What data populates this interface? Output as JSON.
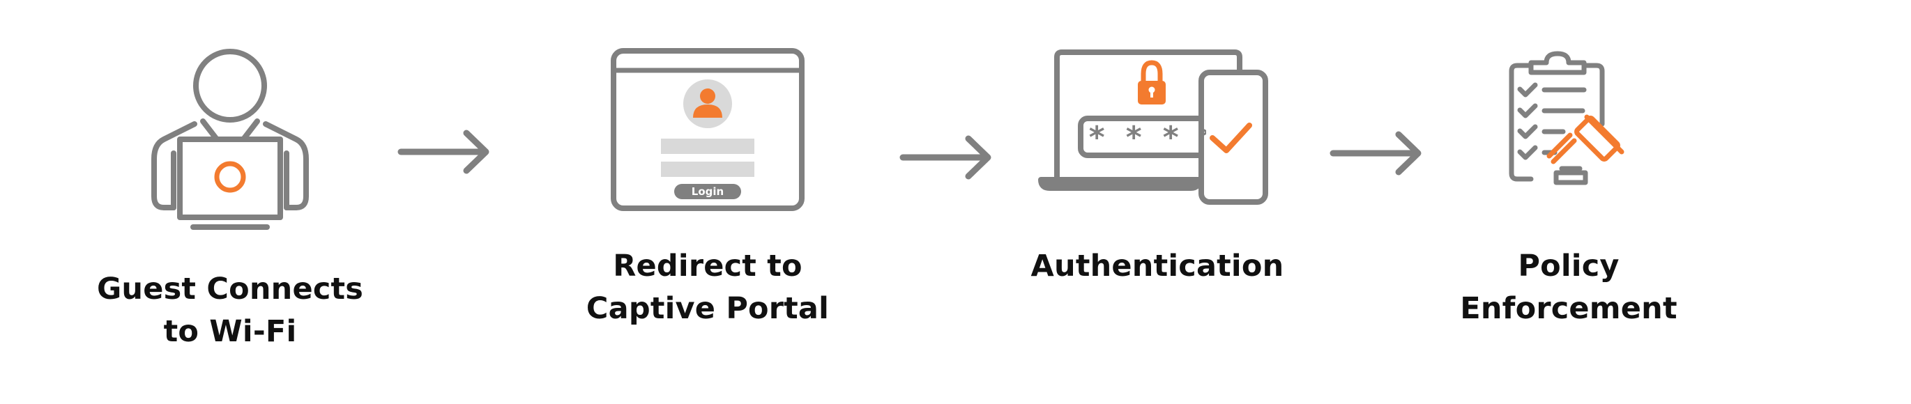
{
  "colors": {
    "gray": "#808080",
    "light_gray": "#d9d9d9",
    "orange": "#f37b2f",
    "text": "#111111"
  },
  "steps": [
    {
      "icon": "guest-laptop-icon",
      "line1": "Guest Connects",
      "line2": "to Wi-Fi"
    },
    {
      "icon": "login-window-icon",
      "line1": "Redirect to",
      "line2": "Captive Portal",
      "button_label": "Login"
    },
    {
      "icon": "laptop-lock-phone-icon",
      "line1": "Authentication",
      "line2": "",
      "password_mask": "* * * *"
    },
    {
      "icon": "clipboard-gavel-icon",
      "line1": "Policy",
      "line2": "Enforcement"
    }
  ],
  "arrows": [
    "arrow-right-icon",
    "arrow-right-icon",
    "arrow-right-icon"
  ]
}
